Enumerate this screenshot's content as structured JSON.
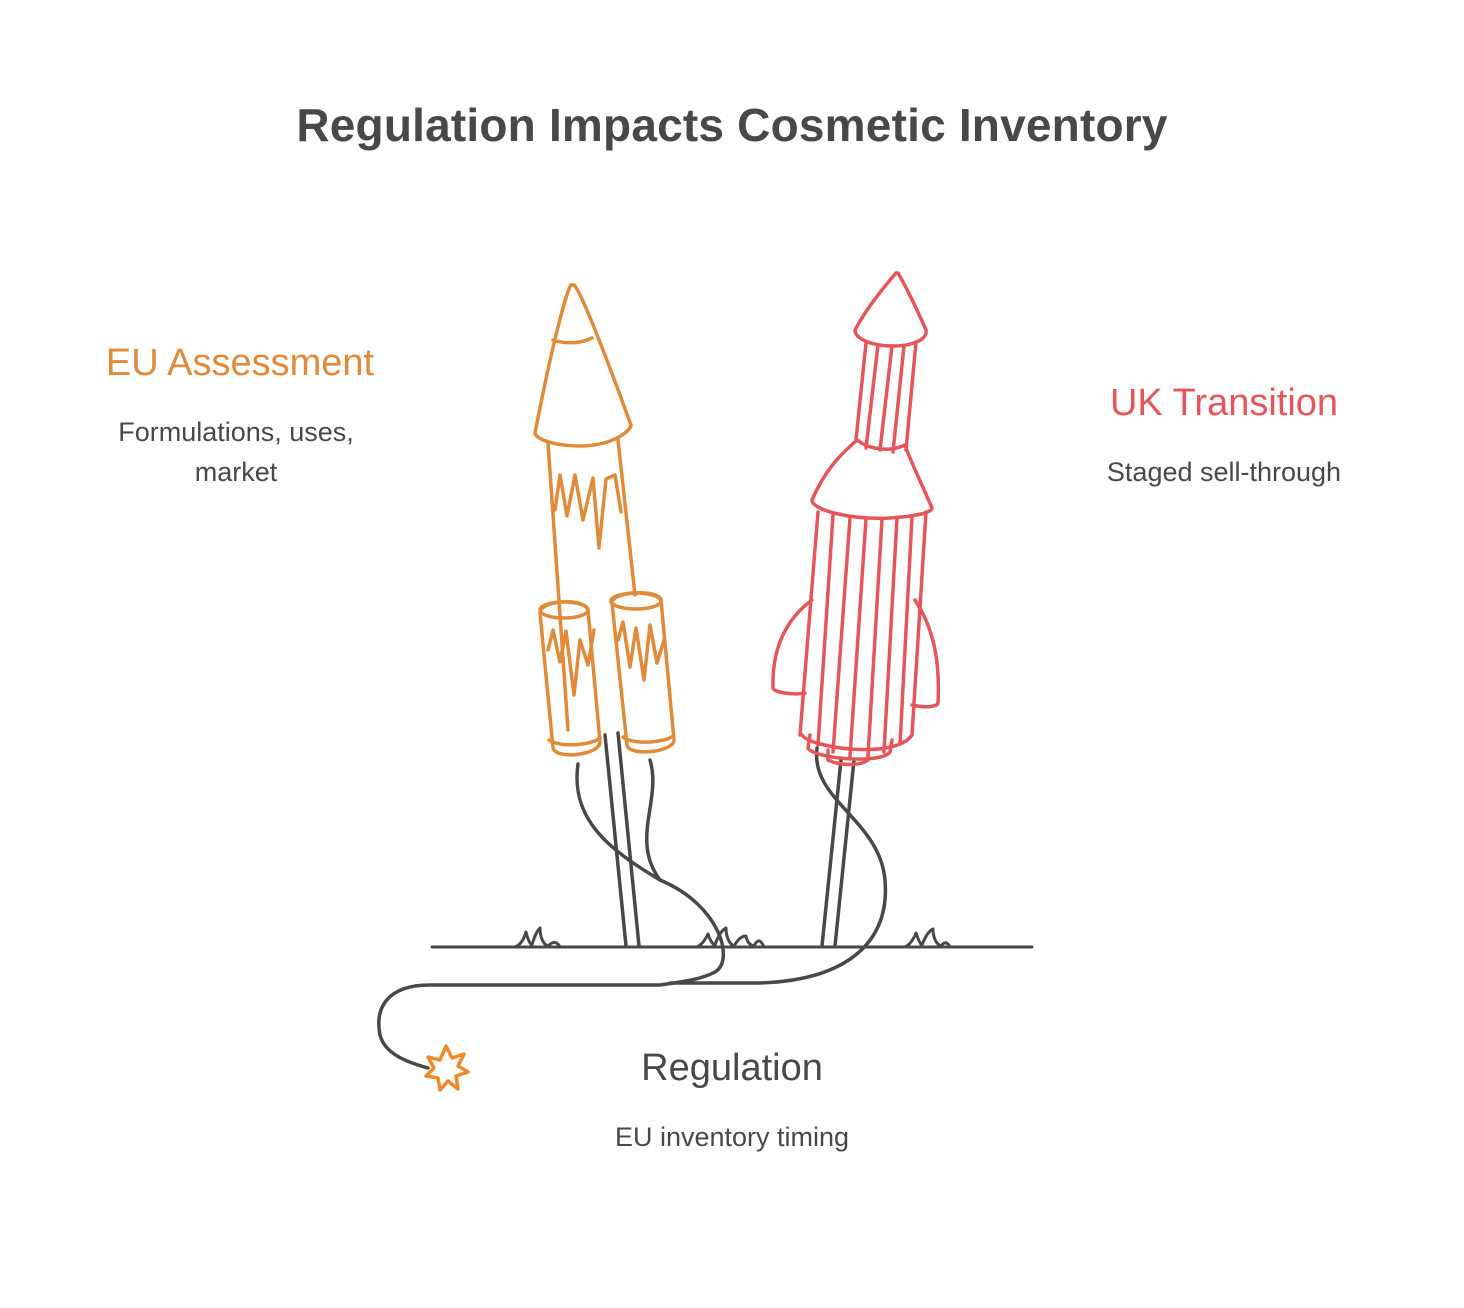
{
  "title": "Regulation Impacts Cosmetic Inventory",
  "nodes": {
    "eu": {
      "heading": "EU Assessment",
      "description": "Formulations, uses, market"
    },
    "uk": {
      "heading": "UK Transition",
      "description": "Staged sell-through"
    },
    "regulation": {
      "heading": "Regulation",
      "description": "EU inventory timing"
    }
  },
  "colors": {
    "eu": "#e08a3a",
    "uk": "#e5565a",
    "ink": "#484848",
    "spark": "#f0892a"
  },
  "icons": [
    "orange-rocket-icon",
    "red-rocket-icon",
    "fuse-icon",
    "spark-icon",
    "grass-icon"
  ]
}
